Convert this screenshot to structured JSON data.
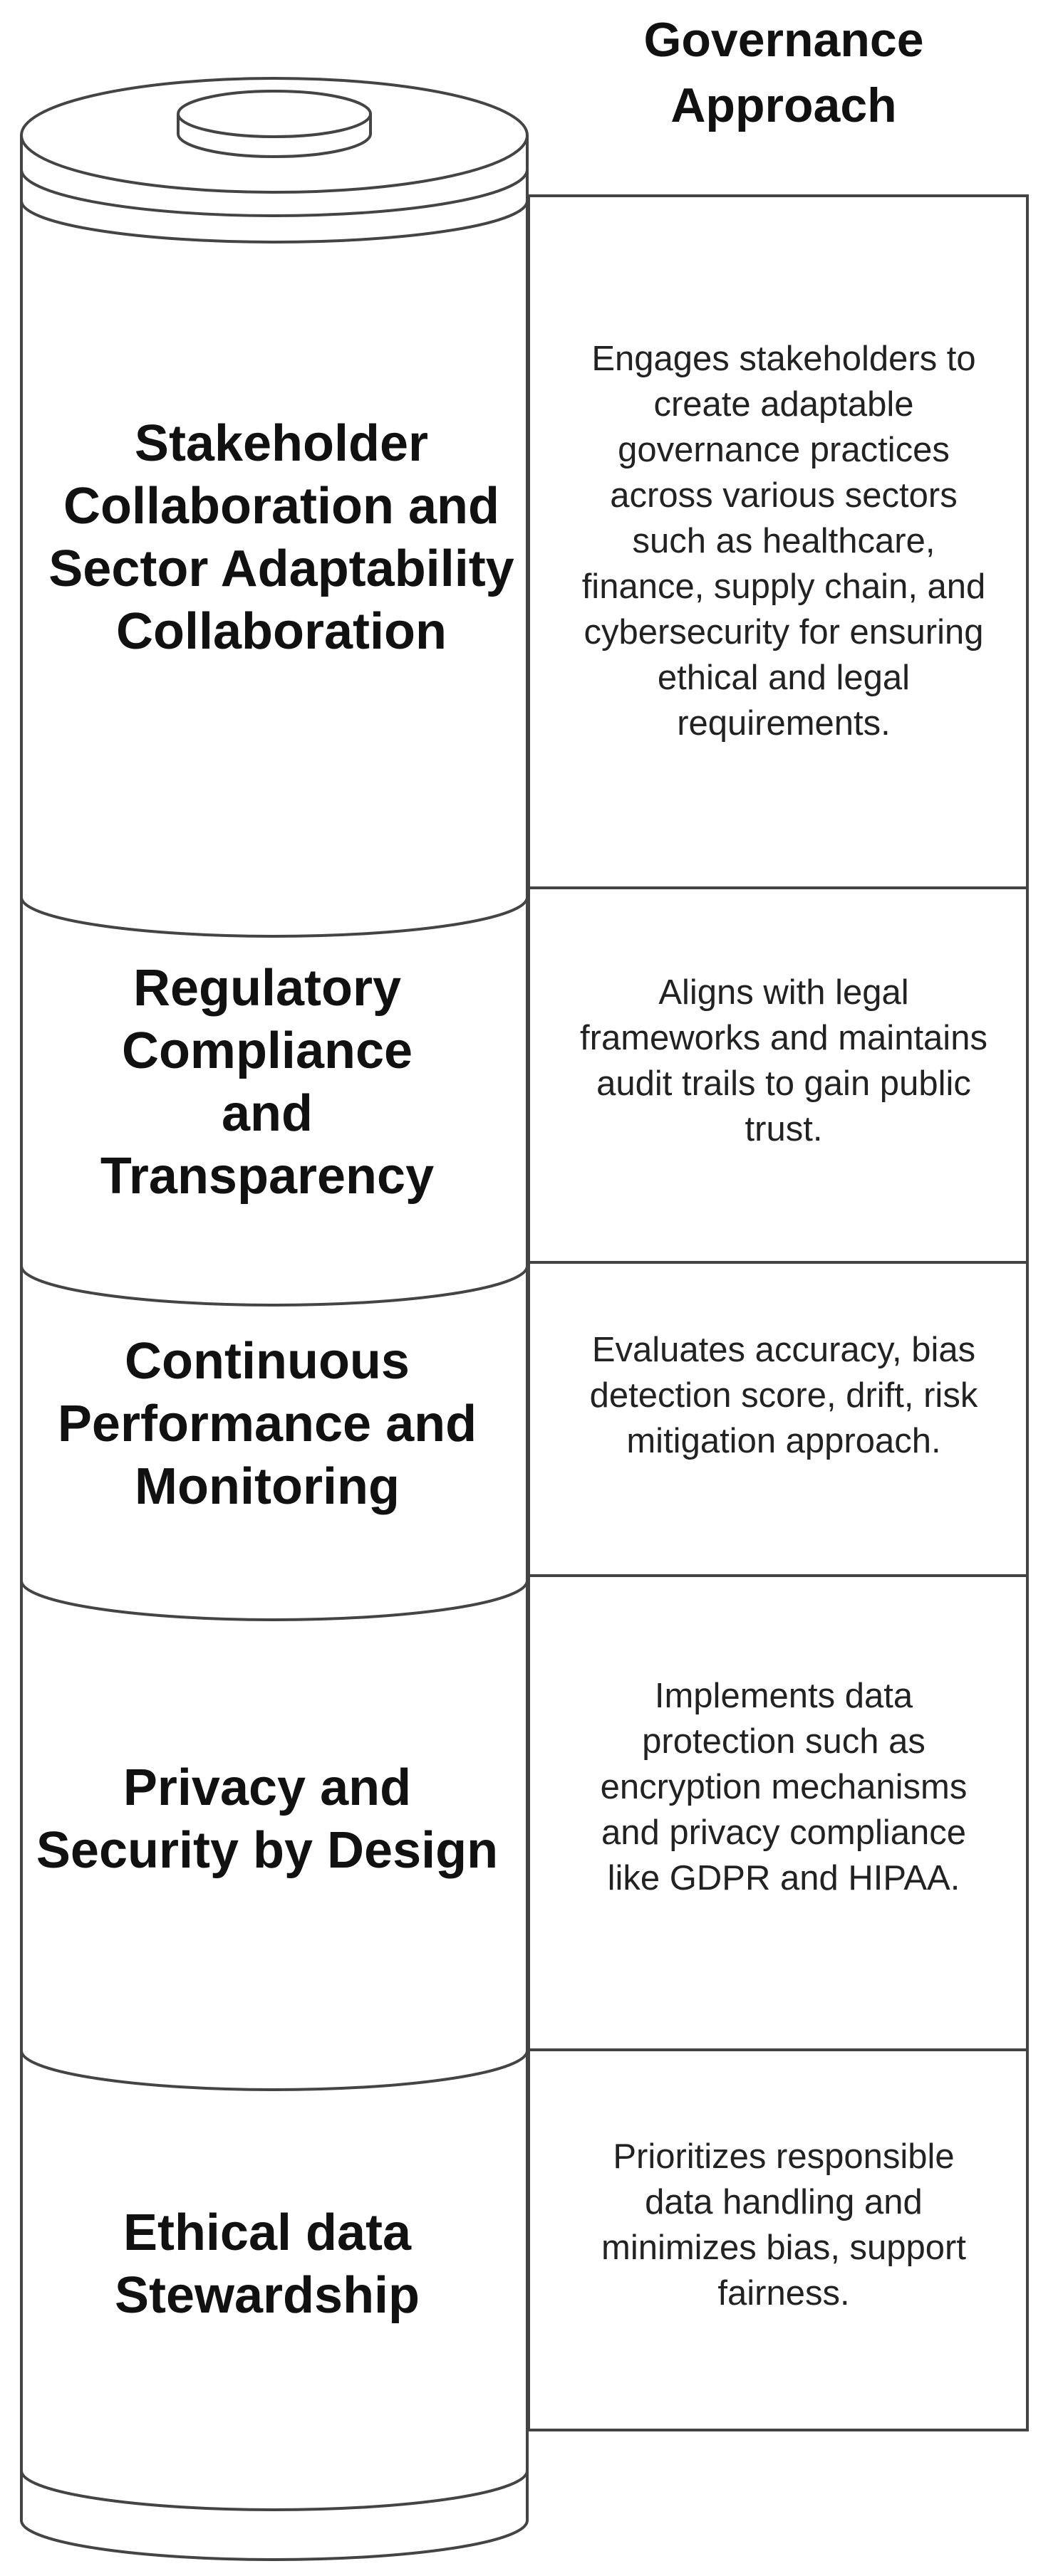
{
  "header": {
    "title": "Governance Approach"
  },
  "layers": [
    {
      "title": "Stakeholder Collaboration and Sector Adaptability Collaboration",
      "description": "Engages stakeholders to create adaptable governance practices across various sectors such as healthcare, finance, supply chain, and cybersecurity for ensuring ethical and legal requirements."
    },
    {
      "title": "Regulatory Compliance and Transparency",
      "description": "Aligns with legal frameworks and maintains audit trails to gain public trust."
    },
    {
      "title": "Continuous Performance and Monitoring",
      "description": "Evaluates accuracy, bias detection score, drift, risk mitigation approach."
    },
    {
      "title": "Privacy and Security by Design",
      "description": "Implements data protection such as encryption mechanisms and privacy compliance like GDPR and HIPAA."
    },
    {
      "title": "Ethical data Stewardship",
      "description": "Prioritizes responsible data handling and minimizes bias, support fairness."
    }
  ]
}
